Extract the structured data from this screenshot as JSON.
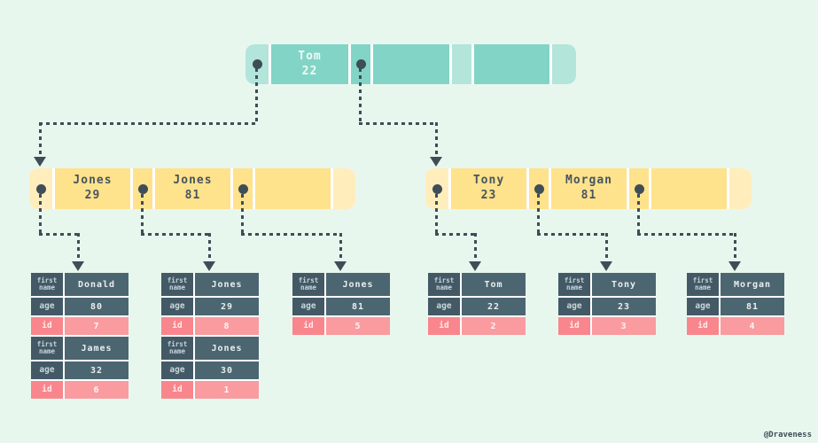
{
  "diagram_title": "B+ tree index with record rows",
  "palette": {
    "background": "#e8f7ee",
    "ink": "#3d4e57",
    "root_node": "#82d4c6",
    "root_node_light": "#b3e5da",
    "internal_node": "#ffe28c",
    "internal_node_light": "#ffedbc",
    "record_dark": "#4c6671",
    "record_pink": "#fa9ba0"
  },
  "tree": {
    "root": {
      "keys": [
        {
          "name": "Tom",
          "age": "22"
        }
      ]
    },
    "internal_left": {
      "keys": [
        {
          "name": "Jones",
          "age": "29"
        },
        {
          "name": "Jones",
          "age": "81"
        }
      ]
    },
    "internal_right": {
      "keys": [
        {
          "name": "Tony",
          "age": "23"
        },
        {
          "name": "Morgan",
          "age": "81"
        }
      ]
    }
  },
  "record_labels": {
    "first_name_line1": "first",
    "first_name_line2": "name",
    "age": "age",
    "id": "id"
  },
  "tables": [
    {
      "records": [
        {
          "first_name": "Donald",
          "age": "80",
          "id": "7"
        },
        {
          "first_name": "James",
          "age": "32",
          "id": "6"
        }
      ]
    },
    {
      "records": [
        {
          "first_name": "Jones",
          "age": "29",
          "id": "8"
        },
        {
          "first_name": "Jones",
          "age": "30",
          "id": "1"
        }
      ]
    },
    {
      "records": [
        {
          "first_name": "Jones",
          "age": "81",
          "id": "5"
        }
      ]
    },
    {
      "records": [
        {
          "first_name": "Tom",
          "age": "22",
          "id": "2"
        }
      ]
    },
    {
      "records": [
        {
          "first_name": "Tony",
          "age": "23",
          "id": "3"
        }
      ]
    },
    {
      "records": [
        {
          "first_name": "Morgan",
          "age": "81",
          "id": "4"
        }
      ]
    }
  ],
  "watermark": "@Draveness"
}
